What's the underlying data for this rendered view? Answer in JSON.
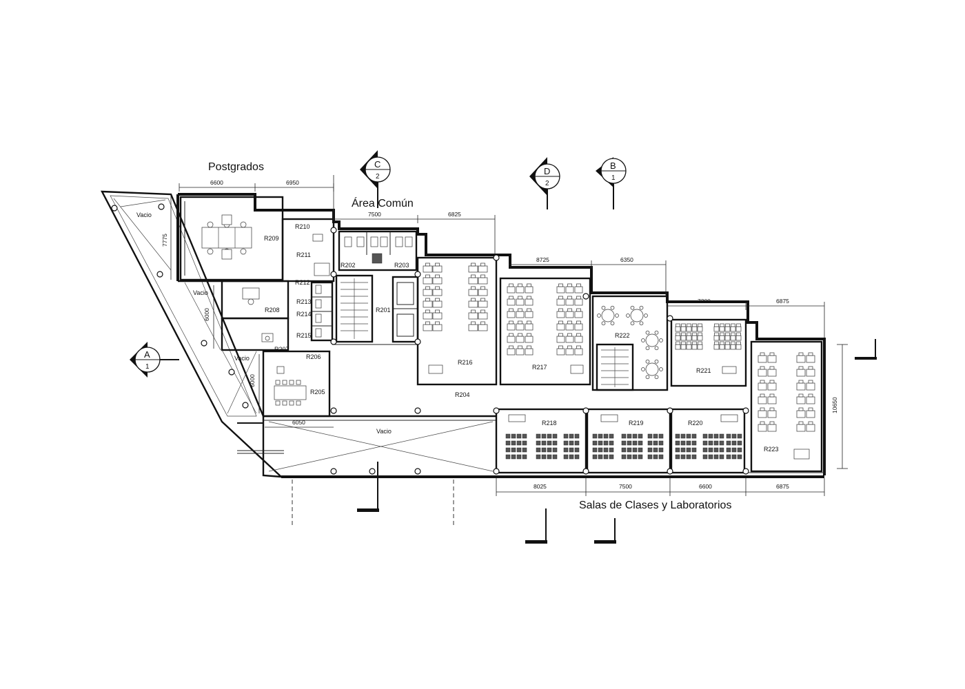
{
  "zones": {
    "postgrados": "Postgrados",
    "area_comun": "Área Común",
    "salas": "Salas de Clases y Laboratorios"
  },
  "rooms": {
    "R201": "R201",
    "R202": "R202",
    "R203": "R203",
    "R204": "R204",
    "R205": "R205",
    "R206": "R206",
    "R207": "R207",
    "R208": "R208",
    "R209": "R209",
    "R210": "R210",
    "R211": "R211",
    "R212": "R212",
    "R213": "R213",
    "R214": "R214",
    "R215": "R215",
    "R216": "R216",
    "R217": "R217",
    "R218": "R218",
    "R219": "R219",
    "R220": "R220",
    "R221": "R221",
    "R222": "R222",
    "R223": "R223"
  },
  "voids": {
    "vacio_1": "Vacio",
    "vacio_2": "Vacio",
    "vacio_3": "Vacio",
    "vacio_4": "Vacio"
  },
  "dimensions": {
    "top_6600": "6600",
    "top_6950": "6950",
    "top_7500": "7500",
    "top_6825": "6825",
    "top_8725": "8725",
    "top_6350": "6350",
    "top_7200": "7200",
    "top_6875": "6875",
    "left_7775": "7775",
    "left_6000a": "6000",
    "left_6000b": "6000",
    "mid_6050": "6050",
    "right_10650": "10650",
    "bot_8025": "8025",
    "bot_7500": "7500",
    "bot_6600": "6600",
    "bot_6875": "6875"
  },
  "section_markers": {
    "C": {
      "letter": "C",
      "sheet": "2"
    },
    "D": {
      "letter": "D",
      "sheet": "2"
    },
    "B": {
      "letter": "B",
      "sheet": "1"
    },
    "A": {
      "letter": "A",
      "sheet": "1"
    }
  }
}
